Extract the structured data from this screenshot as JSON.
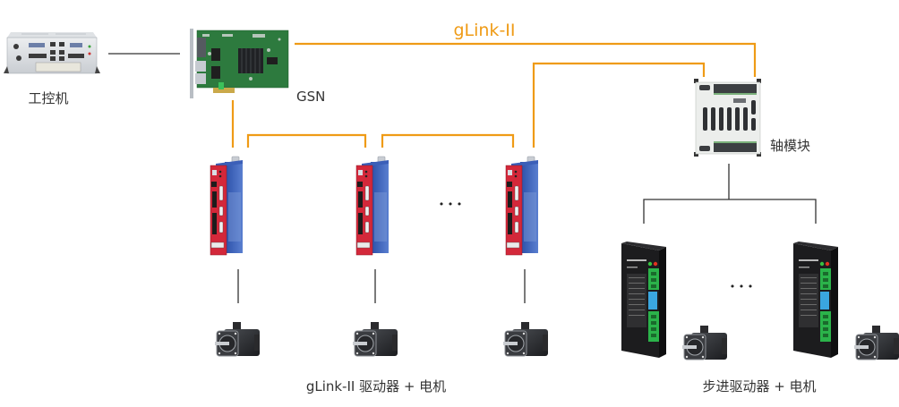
{
  "colors": {
    "glink_line": "#ef9b16",
    "plain_line": "#333333",
    "label_text": "#333333",
    "glink_label": "#ef9b16"
  },
  "labels": {
    "ipc": "工控机",
    "gsn": "GSN",
    "glink_bus": "gLink-II",
    "axis_module": "轴模块",
    "glink_drives": "gLink-II 驱动器 + 电机",
    "stepper_drives": "步进驱动器 + 电机",
    "ellipsis": "• • •"
  },
  "nodes": {
    "ipc": {
      "name": "工控机",
      "kind": "industrial-pc"
    },
    "gsn": {
      "name": "GSN",
      "kind": "pcie-motion-card"
    },
    "axis_module": {
      "name": "轴模块",
      "kind": "io-axis-module"
    },
    "glink_drives": {
      "count_shown": 3,
      "kind": "servo-drive",
      "has_ellipsis": true
    },
    "servo_motors": {
      "count_shown": 3,
      "kind": "servo-motor"
    },
    "stepper_drives": {
      "count_shown": 2,
      "kind": "stepper-drive",
      "has_ellipsis": true
    },
    "stepper_motors": {
      "count_shown": 2,
      "kind": "motor"
    }
  },
  "connections": [
    {
      "from": "ipc",
      "to": "gsn",
      "type": "plain"
    },
    {
      "from": "gsn",
      "to": "axis_module",
      "type": "gLink-II"
    },
    {
      "from": "gsn",
      "to": "glink_drive_1",
      "type": "gLink-II"
    },
    {
      "from": "glink_drive_1",
      "to": "glink_drive_2",
      "type": "gLink-II"
    },
    {
      "from": "glink_drive_2",
      "to": "glink_drive_3",
      "type": "gLink-II"
    },
    {
      "from": "glink_drive_3",
      "to": "axis_module",
      "type": "gLink-II"
    },
    {
      "from": "glink_drive_1",
      "to": "servo_motor_1",
      "type": "plain"
    },
    {
      "from": "glink_drive_2",
      "to": "servo_motor_2",
      "type": "plain"
    },
    {
      "from": "glink_drive_3",
      "to": "servo_motor_3",
      "type": "plain"
    },
    {
      "from": "axis_module",
      "to": "stepper_drive_1",
      "type": "plain"
    },
    {
      "from": "axis_module",
      "to": "stepper_drive_2",
      "type": "plain"
    }
  ]
}
